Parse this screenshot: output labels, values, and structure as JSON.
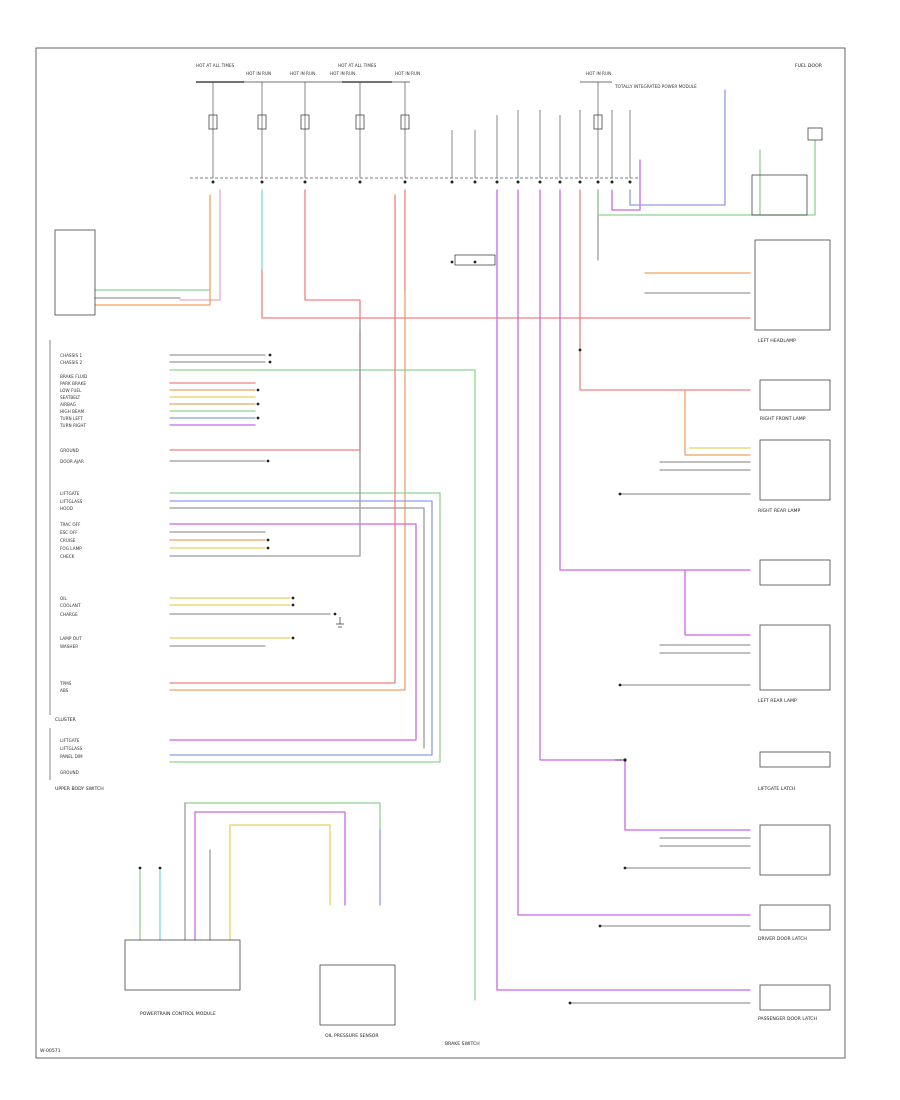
{
  "colors": {
    "red": "#f08080",
    "pink": "#f4a6b6",
    "cyan": "#7fd8d8",
    "green": "#8fd38f",
    "blue": "#8f9ce8",
    "purple": "#cc66e8",
    "orange": "#f0a060",
    "yellow": "#e8d060",
    "gray": "#9a9a9a",
    "black": "#444444"
  },
  "diagram": {
    "figure_id": "W-00571",
    "modules": {
      "cluster": "CLUSTER",
      "upper_body": "UPPER BODY SWITCH",
      "left_headlamp": "LEFT HEADLAMP",
      "right_front_lamp": "RIGHT FRONT LAMP",
      "right_rear_lamp": "RIGHT REAR LAMP",
      "left_rear_lamp": "LEFT REAR LAMP",
      "liftgate_latch": "LIFTGATE LATCH",
      "driver_door_latch": "DRIVER DOOR LATCH",
      "passenger_door_latch": "PASSENGER DOOR LATCH",
      "powertrain_module": "POWERTRAIN CONTROL MODULE",
      "oil_pressure": "OIL PRESSURE SENSOR",
      "fuel_door": "FUEL DOOR",
      "brake_switch": "BRAKE SWITCH"
    },
    "cluster_pins": [
      "CHASSIS 1",
      "CHASSIS 2",
      "BRAKE FLUID",
      "PARK BRAKE",
      "LOW FUEL",
      "SEATBELT",
      "AIRBAG",
      "HIGH BEAM",
      "TURN LEFT",
      "TURN RIGHT",
      "GROUND",
      "DOOR AJAR",
      "LIFTGATE",
      "LIFTGLASS",
      "HOOD",
      "TRAC OFF",
      "ESC OFF",
      "CRUISE",
      "FOG LAMP",
      "CHECK",
      "OIL",
      "COOLANT",
      "CHARGE",
      "LAMP OUT",
      "WASHER",
      "TPMS",
      "ABS"
    ],
    "upper_switch_pins": [
      "LIFTGATE",
      "LIFTGLASS",
      "PANEL DIM",
      "GROUND"
    ],
    "top_labels": [
      "HOT AT ALL TIMES",
      "HOT IN RUN",
      "HOT IN RUN",
      "HOT IN RUN",
      "HOT AT ALL TIMES",
      "HOT IN RUN",
      "TOTALLY INTEGRATED POWER MODULE",
      "HOT IN RUN"
    ]
  }
}
